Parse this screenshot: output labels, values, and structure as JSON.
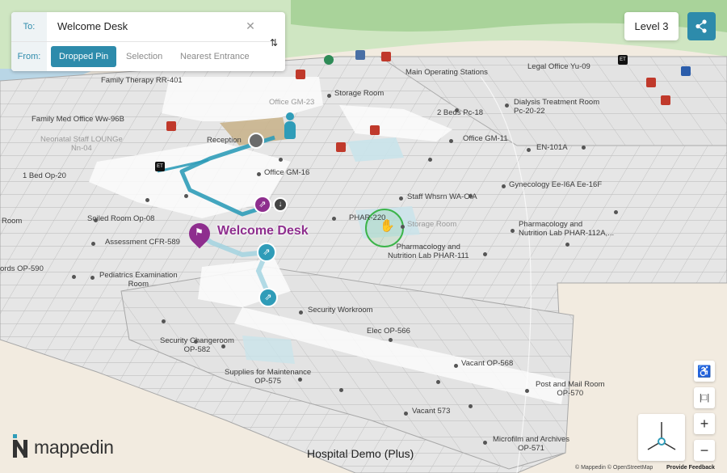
{
  "route_panel": {
    "to_label": "To:",
    "to_value": "Welcome Desk",
    "from_label": "From:",
    "from_options": [
      "Dropped Pin",
      "Selection",
      "Nearest Entrance"
    ],
    "selected_from": "Dropped Pin"
  },
  "level": "Level 3",
  "map_title": "Hospital Demo (Plus)",
  "brand": "mappedin",
  "attribution": "© Mappedin © OpenStreetMap",
  "feedback_label": "Provide Feedback",
  "destination_label": "Welcome Desk",
  "room_labels": {
    "family_therapy": "Family Therapy RR-401",
    "main_operating": "Main Operating Stations",
    "legal_office": "Legal Office Yu-09",
    "storage_room_top": "Storage Room",
    "family_med": "Family Med Office Ww-96B",
    "two_beds": "2 Beds Pc-18",
    "dialysis": "Dialysis Treatment Room\nPc-20-22",
    "neonatal": "Neonatal Staff LOUNGe\nNn-04",
    "reception": "Reception",
    "office_gm11": "Office GM-11",
    "en101a": "EN-101A",
    "one_bed": "1 Bed Op-20",
    "office_gm16": "Office GM-16",
    "gynecology": "Gynecology Ee-I6A Ee-16F",
    "staff_whsrn": "Staff Whsrn WA-OIA",
    "room_left": "Room",
    "soiled_room": "Soiled Room Op-08",
    "phar220": "PHAR-220",
    "storage_room_mid": "Storage Room",
    "pharmacology_112a": "Pharmacology and\nNutrition Lab PHAR-112A,...",
    "assessment": "Assessment CFR-589",
    "pharmacology_111": "Pharmacology and\nNutrition Lab PHAR-111",
    "ords": "ords OP-590",
    "pediatrics": "Pediatrics Examination\nRoom",
    "security_workroom": "Security Workroom",
    "elec": "Elec OP-566",
    "security_changeroom": "Security Changeroom\nOP-582",
    "vacant568": "Vacant OP-568",
    "supplies": "Supplies for Maintenance\nOP-575",
    "post_mail": "Post and Mail Room\nOP-570",
    "vacant573": "Vacant 573",
    "microfilm": "Microfilm and Archives\nOP-571",
    "office_gm23": "Office GM-23"
  },
  "icons": [
    "elevator-icon",
    "restroom-icon",
    "first-aid-icon",
    "stairs-icon",
    "escalator-icon",
    "accessibility-icon",
    "share-icon",
    "flag-icon",
    "drag-hand-icon"
  ],
  "colors": {
    "accent": "#2d8bab",
    "destination": "#8e2e8e",
    "route": "#2f9cb8",
    "marker_ring": "#3cb44a",
    "restroom_red": "#c0392b"
  }
}
